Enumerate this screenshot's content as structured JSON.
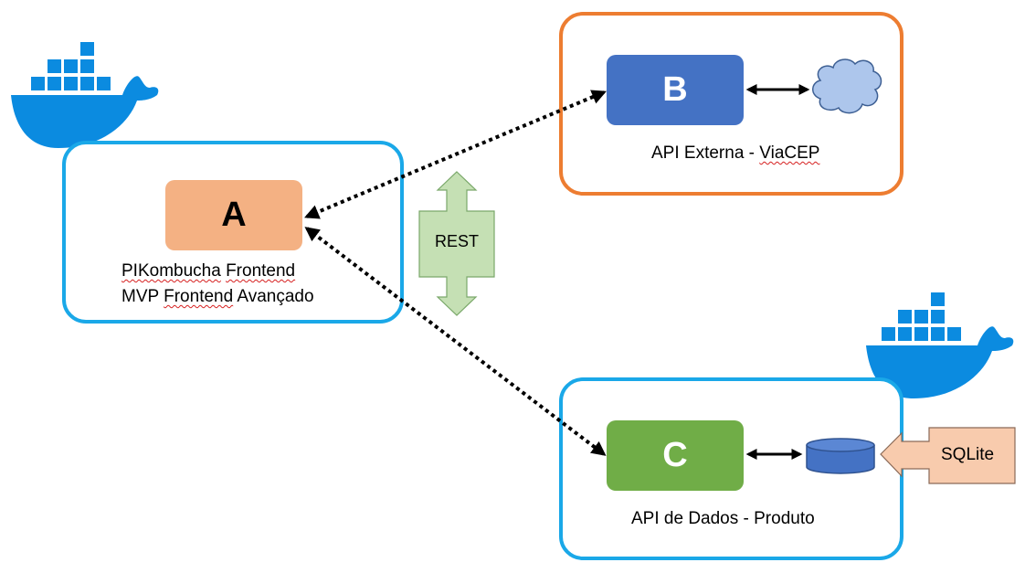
{
  "node_a": {
    "letter": "A",
    "line1_word1": "PIKombucha",
    "line1_word2": "Frontend",
    "line2_word1": "MVP",
    "line2_word2": "Frontend",
    "line2_word3": "Avançado"
  },
  "node_b": {
    "letter": "B",
    "label_prefix": "API Externa - ",
    "label_service": "ViaCEP"
  },
  "node_c": {
    "letter": "C",
    "label": "API de Dados - Produto"
  },
  "rest_label": "REST",
  "sqlite_label": "SQLite",
  "icons": [
    "docker-whale-icon",
    "docker-whale-icon",
    "cloud-icon",
    "database-cylinder-icon"
  ],
  "colors": {
    "container_blue": "#1aa8e8",
    "container_orange": "#ed7d31",
    "node_a": "#f4b183",
    "node_b": "#4472c4",
    "node_c": "#70ad47",
    "rest_arrow": "#c5e0b4",
    "sqlite_arrow": "#f8cbad",
    "docker": "#0b8be0",
    "cloud": "#adc6ec",
    "database": "#4472c4"
  }
}
